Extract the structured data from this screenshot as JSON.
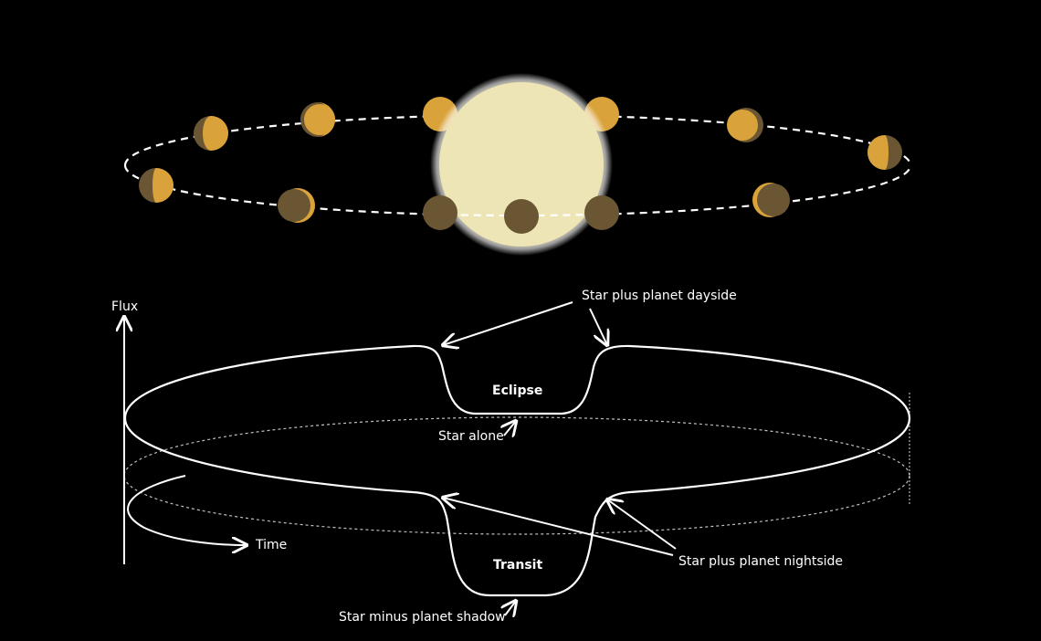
{
  "axis": {
    "flux_label": "Flux",
    "time_label": "Time"
  },
  "phase_labels": {
    "eclipse": "Eclipse",
    "transit": "Transit"
  },
  "annotations": {
    "star_plus_dayside": "Star plus planet dayside",
    "star_alone": "Star alone",
    "star_plus_nightside": "Star plus planet nightside",
    "star_minus_shadow": "Star minus planet shadow"
  },
  "colors": {
    "background": "#000000",
    "star": "#f0e8b8",
    "planet_day": "#d9a23a",
    "planet_night": "#6b5634",
    "line": "#ffffff"
  }
}
